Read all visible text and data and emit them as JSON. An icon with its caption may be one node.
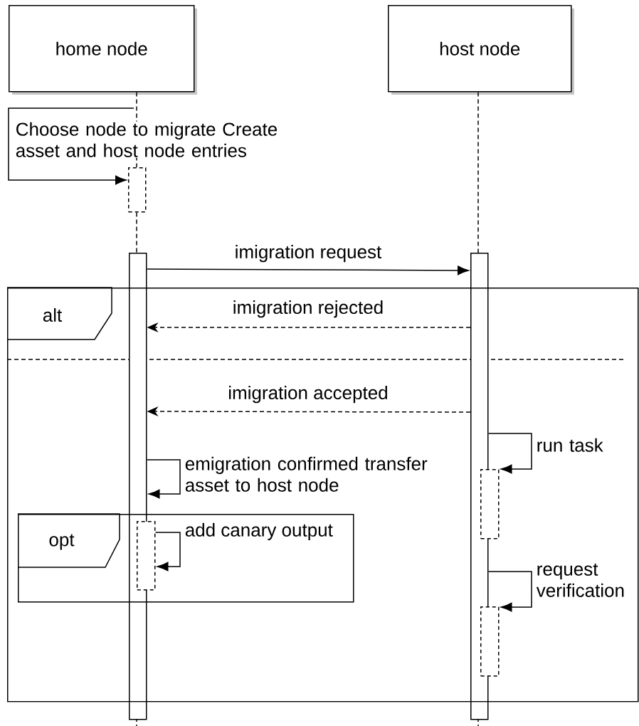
{
  "diagram": {
    "nodes": [
      {
        "text": [
          "home node"
        ]
      },
      {
        "text": [
          "host node"
        ]
      },
      {
        "text": [],
        "shape": "bar"
      },
      {
        "text": [],
        "shape": "bar"
      },
      {
        "text": [],
        "shape": "box"
      },
      {
        "text": [],
        "shape": "box",
        "in": 8
      },
      {
        "text": [],
        "shape": "box",
        "in": 8
      },
      {
        "text": [],
        "shape": "box",
        "in": 9
      },
      {
        "text": [
          "alt"
        ]
      },
      {
        "text": [
          "opt"
        ],
        "in": 8
      }
    ],
    "edges": [
      {
        "from": 0,
        "to": 4,
        "arrow": "none",
        "style": "dashed"
      },
      {
        "from": 4,
        "to": 2,
        "arrow": "none",
        "style": "dashed"
      },
      {
        "from": 1,
        "to": 3,
        "arrow": "none",
        "style": "dashed"
      },
      {
        "from": null,
        "to": 4,
        "arrow": "to",
        "label": "Choose node to migrate Create asset and host node entries"
      },
      {
        "from": 2,
        "to": 3,
        "arrow": "to",
        "label": "imigration request"
      },
      {
        "from": 3,
        "to": 2,
        "arrow": "to",
        "style": "dashed",
        "label": "imigration rejected"
      },
      {
        "from": 3,
        "to": 2,
        "arrow": "to",
        "style": "dashed",
        "label": "imigration accepted"
      },
      {
        "from": 2,
        "to": 2,
        "arrow": "to",
        "label": "emigration confirmed transfer asset to host node"
      },
      {
        "from": 7,
        "to": 7,
        "arrow": "to",
        "label": "add canary output"
      },
      {
        "from": 3,
        "to": 5,
        "arrow": "to",
        "label": "run task"
      },
      {
        "from": 3,
        "to": 6,
        "arrow": "to",
        "label": "request verification"
      }
    ]
  }
}
